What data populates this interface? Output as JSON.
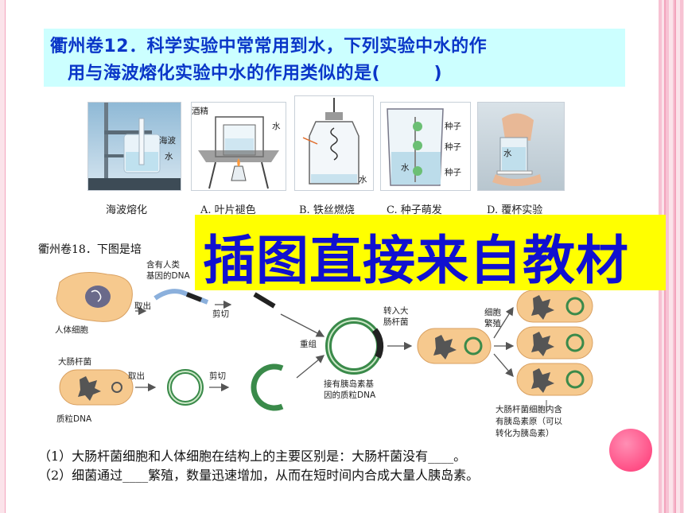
{
  "question12": {
    "line1": "衢州卷12．科学实验中常常用到水，下列实验中水的作",
    "line2": "用与海波熔化实验中水的作用类似的是(　　　)"
  },
  "figures": [
    {
      "caption": "海波熔化",
      "labels": [
        "海波",
        "水"
      ]
    },
    {
      "caption": "A. 叶片褪色",
      "labels": [
        "酒精",
        "水"
      ]
    },
    {
      "caption": "B. 铁丝燃烧",
      "labels": [
        "水"
      ]
    },
    {
      "caption": "C. 种子萌发",
      "labels": [
        "种子",
        "种子",
        "水",
        "种子"
      ]
    },
    {
      "caption": "D. 覆杯实验",
      "labels": [
        "水"
      ]
    }
  ],
  "stamp": {
    "text": "插图直接来自教材"
  },
  "question18": {
    "title": "衢州卷18．下图是培"
  },
  "diagram": {
    "human_cell": "人体细胞",
    "gene_dna_1": "含有人类",
    "gene_dna_2": "基因的DNA",
    "take_out_1": "取出",
    "cut_1": "剪切",
    "ecoli": "大肠杆菌",
    "take_out_2": "取出",
    "cut_2": "剪切",
    "plasmid": "质粒DNA",
    "recombine": "重组",
    "recombinant_1": "接有胰岛素基",
    "recombinant_2": "因的质粒DNA",
    "transfer_1": "转入大",
    "transfer_2": "肠杆菌",
    "reproduce_1": "细胞",
    "reproduce_2": "繁殖",
    "note_1": "大肠杆菌细胞内含",
    "note_2": "有胰岛素原（可以",
    "note_3": "转化为胰岛素）"
  },
  "answers": {
    "a1": "（1）大肠杆菌细胞和人体细胞在结构上的主要区别是：大肠杆菌没有____。",
    "a2": "（2）细菌通过____繁殖，数量迅速增加，从而在短时间内合成大量人胰岛素。"
  },
  "colors": {
    "title_blue": "#0a36c8",
    "box_cyan": "#ccffff",
    "stamp_yellow": "#ffff00",
    "stamp_text": "#1010d0",
    "accent_pink": "#ff4f86"
  }
}
